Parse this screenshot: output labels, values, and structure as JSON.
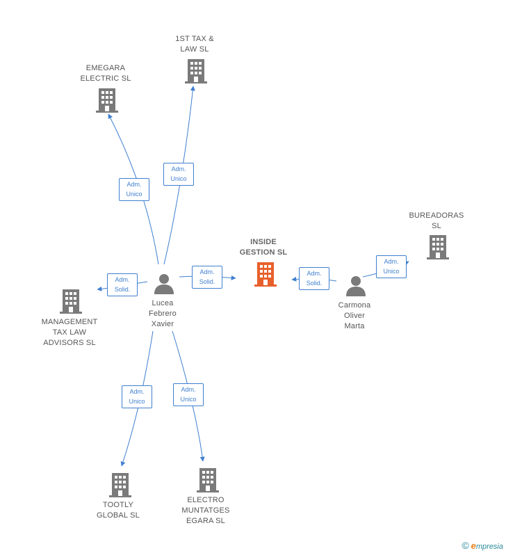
{
  "colors": {
    "edge": "#3f7fd0",
    "company": "#7a7a7a",
    "focus_company": "#e8602c",
    "person": "#7a7a7a"
  },
  "nodes": {
    "inside": {
      "label": "INSIDE\nGESTION  SL",
      "icon": "building-icon"
    },
    "emegara": {
      "label": "EMEGARA\nELECTRIC  SL",
      "icon": "building-icon"
    },
    "tax1st": {
      "label": "1ST TAX &\nLAW  SL",
      "icon": "building-icon"
    },
    "bureadoras": {
      "label": "BUREADORAS\nSL",
      "icon": "building-icon"
    },
    "management": {
      "label": "MANAGEMENT\nTAX LAW\nADVISORS  SL",
      "icon": "building-icon"
    },
    "tootly": {
      "label": "TOOTLY\nGLOBAL  SL",
      "icon": "building-icon"
    },
    "electro": {
      "label": "ELECTRO\nMUNTATGES\nEGARA  SL",
      "icon": "building-icon"
    },
    "lucea": {
      "label": "Lucea\nFebrero\nXavier",
      "icon": "person-icon"
    },
    "carmona": {
      "label": "Carmona\nOliver\nMarta",
      "icon": "person-icon"
    }
  },
  "roles": {
    "lucea_emegara": "Adm.\nUnico",
    "lucea_tax1st": "Adm.\nUnico",
    "lucea_management": "Adm.\nSolid.",
    "lucea_inside": "Adm.\nSolid.",
    "carmona_inside": "Adm.\nSolid.",
    "carmona_bureadoras": "Adm.\nUnico",
    "lucea_tootly": "Adm.\nUnico",
    "lucea_electro": "Adm.\nUnico"
  },
  "footer": {
    "copyright": "©",
    "brand_initial": "e",
    "brand_rest": "mpresia"
  }
}
